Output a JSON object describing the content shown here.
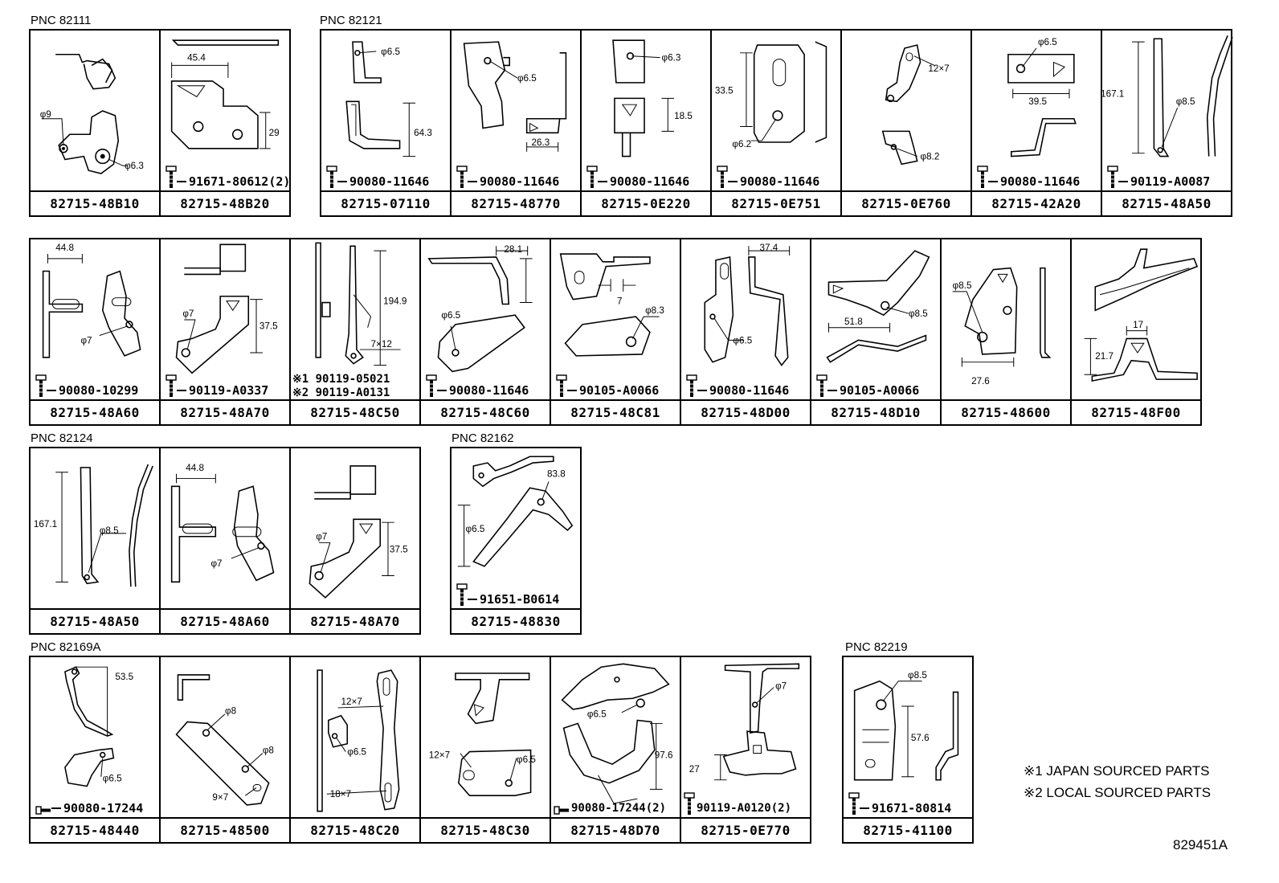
{
  "groups": [
    {
      "label": "PNC 82111"
    },
    {
      "label": "PNC 82121"
    },
    {
      "label": "PNC 82124"
    },
    {
      "label": "PNC 82162"
    },
    {
      "label": "PNC 82169A"
    },
    {
      "label": "PNC 82219"
    }
  ],
  "cells": [
    {
      "part": "82715-48B10",
      "dims": [
        "φ9",
        "φ6.3"
      ],
      "bolt": ""
    },
    {
      "part": "82715-48B20",
      "dims": [
        "45.4",
        "29"
      ],
      "bolt": "91671-80612(2)"
    },
    {
      "part": "82715-07110",
      "dims": [
        "φ6.5",
        "64.3"
      ],
      "bolt": "90080-11646"
    },
    {
      "part": "82715-48770",
      "dims": [
        "φ6.5",
        "26.3"
      ],
      "bolt": "90080-11646"
    },
    {
      "part": "82715-0E220",
      "dims": [
        "φ6.3",
        "18.5"
      ],
      "bolt": "90080-11646"
    },
    {
      "part": "82715-0E751",
      "dims": [
        "33.5",
        "φ6.2"
      ],
      "bolt": "90080-11646"
    },
    {
      "part": "82715-0E760",
      "dims": [
        "12×7",
        "φ8.2"
      ],
      "bolt": ""
    },
    {
      "part": "82715-42A20",
      "dims": [
        "φ6.5",
        "39.5"
      ],
      "bolt": "90080-11646"
    },
    {
      "part": "82715-48A50",
      "dims": [
        "167.1",
        "φ8.5"
      ],
      "bolt": "90119-A0087"
    },
    {
      "part": "82715-48A60",
      "dims": [
        "44.8",
        "φ7"
      ],
      "bolt": "90080-10299"
    },
    {
      "part": "82715-48A70",
      "dims": [
        "φ7",
        "37.5"
      ],
      "bolt": "90119-A0337"
    },
    {
      "part": "82715-48C50",
      "dims": [
        "194.9",
        "7×12"
      ],
      "bolt": "※1 90119-05021",
      "bolt_b": "※2 90119-A0131"
    },
    {
      "part": "82715-48C60",
      "dims": [
        "28.1",
        "φ6.5"
      ],
      "bolt": "90080-11646"
    },
    {
      "part": "82715-48C81",
      "dims": [
        "7",
        "φ8.3"
      ],
      "bolt": "90105-A0066"
    },
    {
      "part": "82715-48D00",
      "dims": [
        "37.4",
        "φ6.5"
      ],
      "bolt": "90080-11646"
    },
    {
      "part": "82715-48D10",
      "dims": [
        "51.8",
        "φ8.5"
      ],
      "bolt": "90105-A0066"
    },
    {
      "part": "82715-48600",
      "dims": [
        "φ8.5",
        "27.6"
      ],
      "bolt": ""
    },
    {
      "part": "82715-48F00",
      "dims": [
        "17",
        "21.7"
      ],
      "bolt": ""
    },
    {
      "part": "82715-48A50",
      "dims": [
        "167.1",
        "φ8.5"
      ],
      "bolt": ""
    },
    {
      "part": "82715-48A60",
      "dims": [
        "44.8",
        "φ7"
      ],
      "bolt": ""
    },
    {
      "part": "82715-48A70",
      "dims": [
        "φ7",
        "37.5"
      ],
      "bolt": ""
    },
    {
      "part": "82715-48830",
      "dims": [
        "φ6.5",
        "83.8"
      ],
      "bolt": "91651-B0614"
    },
    {
      "part": "82715-48440",
      "dims": [
        "53.5",
        "φ6.5"
      ],
      "bolt": "90080-17244"
    },
    {
      "part": "82715-48500",
      "dims": [
        "φ8",
        "φ8",
        "9×7"
      ],
      "bolt": ""
    },
    {
      "part": "82715-48C20",
      "dims": [
        "12×7",
        "φ6.5",
        "18×7"
      ],
      "bolt": ""
    },
    {
      "part": "82715-48C30",
      "dims": [
        "12×7",
        "φ6.5"
      ],
      "bolt": ""
    },
    {
      "part": "82715-48D70",
      "dims": [
        "φ6.5",
        "97.6"
      ],
      "bolt": "90080-17244(2)"
    },
    {
      "part": "82715-0E770",
      "dims": [
        "φ7",
        "27"
      ],
      "bolt": "90119-A0120(2)"
    },
    {
      "part": "82715-41100",
      "dims": [
        "φ8.5",
        "57.6"
      ],
      "bolt": "91671-80814"
    }
  ],
  "notes": [
    "※1 JAPAN SOURCED PARTS",
    "※2 LOCAL SOURCED PARTS"
  ],
  "diagram_code": "829451A"
}
